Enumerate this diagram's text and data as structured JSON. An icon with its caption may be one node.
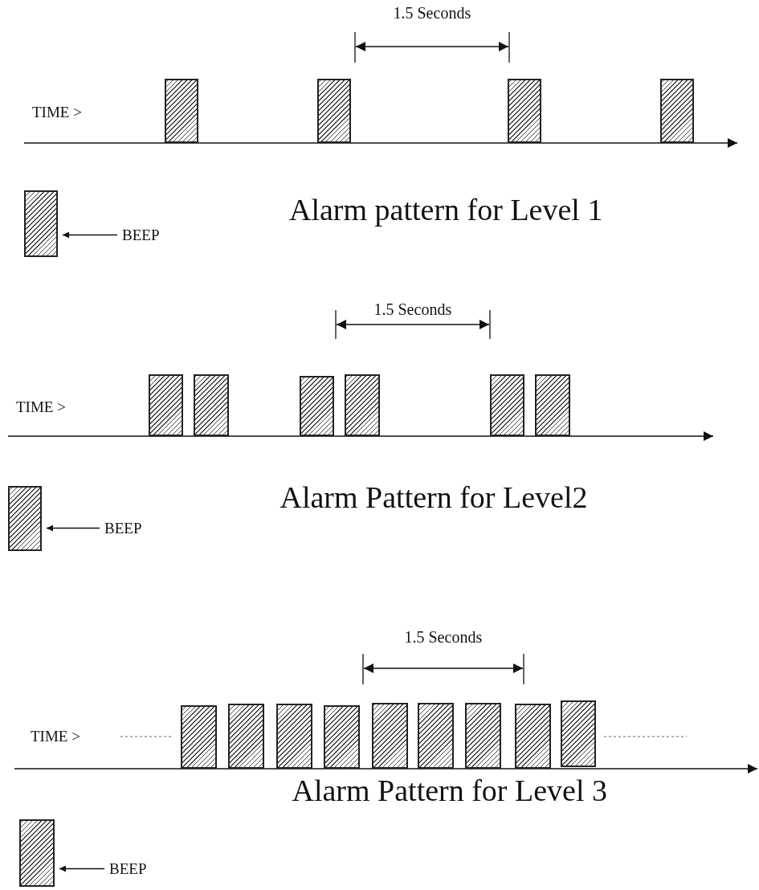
{
  "diagram": {
    "nodes": [
      {
        "text": [],
        "shape": "box"
      },
      {
        "text": [],
        "shape": "box"
      },
      {
        "text": [],
        "shape": "box"
      },
      {
        "text": [],
        "shape": "box"
      },
      {
        "text": [],
        "shape": "box"
      },
      {
        "text": [
          "BEEP"
        ]
      },
      {
        "text": [],
        "shape": "box"
      },
      {
        "text": [],
        "shape": "box"
      },
      {
        "text": [],
        "shape": "box"
      },
      {
        "text": [],
        "shape": "box"
      },
      {
        "text": [],
        "shape": "box"
      },
      {
        "text": [],
        "shape": "box"
      },
      {
        "text": [],
        "shape": "box"
      },
      {
        "text": [
          "BEEP"
        ]
      },
      {
        "text": [],
        "shape": "box"
      },
      {
        "text": [],
        "shape": "box"
      },
      {
        "text": [],
        "shape": "box"
      },
      {
        "text": [],
        "shape": "box"
      },
      {
        "text": [],
        "shape": "box"
      },
      {
        "text": [],
        "shape": "box"
      },
      {
        "text": [],
        "shape": "box"
      },
      {
        "text": [],
        "shape": "box"
      },
      {
        "text": [],
        "shape": "box"
      },
      {
        "text": [],
        "shape": "box"
      },
      {
        "text": [
          "BEEP"
        ]
      }
    ],
    "edges": [
      {
        "from": 5,
        "to": 4,
        "arrow": "to"
      },
      {
        "from": 13,
        "to": 12,
        "arrow": "to"
      },
      {
        "from": 24,
        "to": 23,
        "arrow": "to"
      }
    ],
    "labels": [
      "1.5 Seconds",
      "TIME >",
      "Alarm pattern for Level 1",
      "1.5 Seconds",
      "TIME >",
      "Alarm Pattern for Level2",
      "1.5 Seconds",
      "TIME >",
      "Alarm Pattern for Level 3"
    ]
  }
}
